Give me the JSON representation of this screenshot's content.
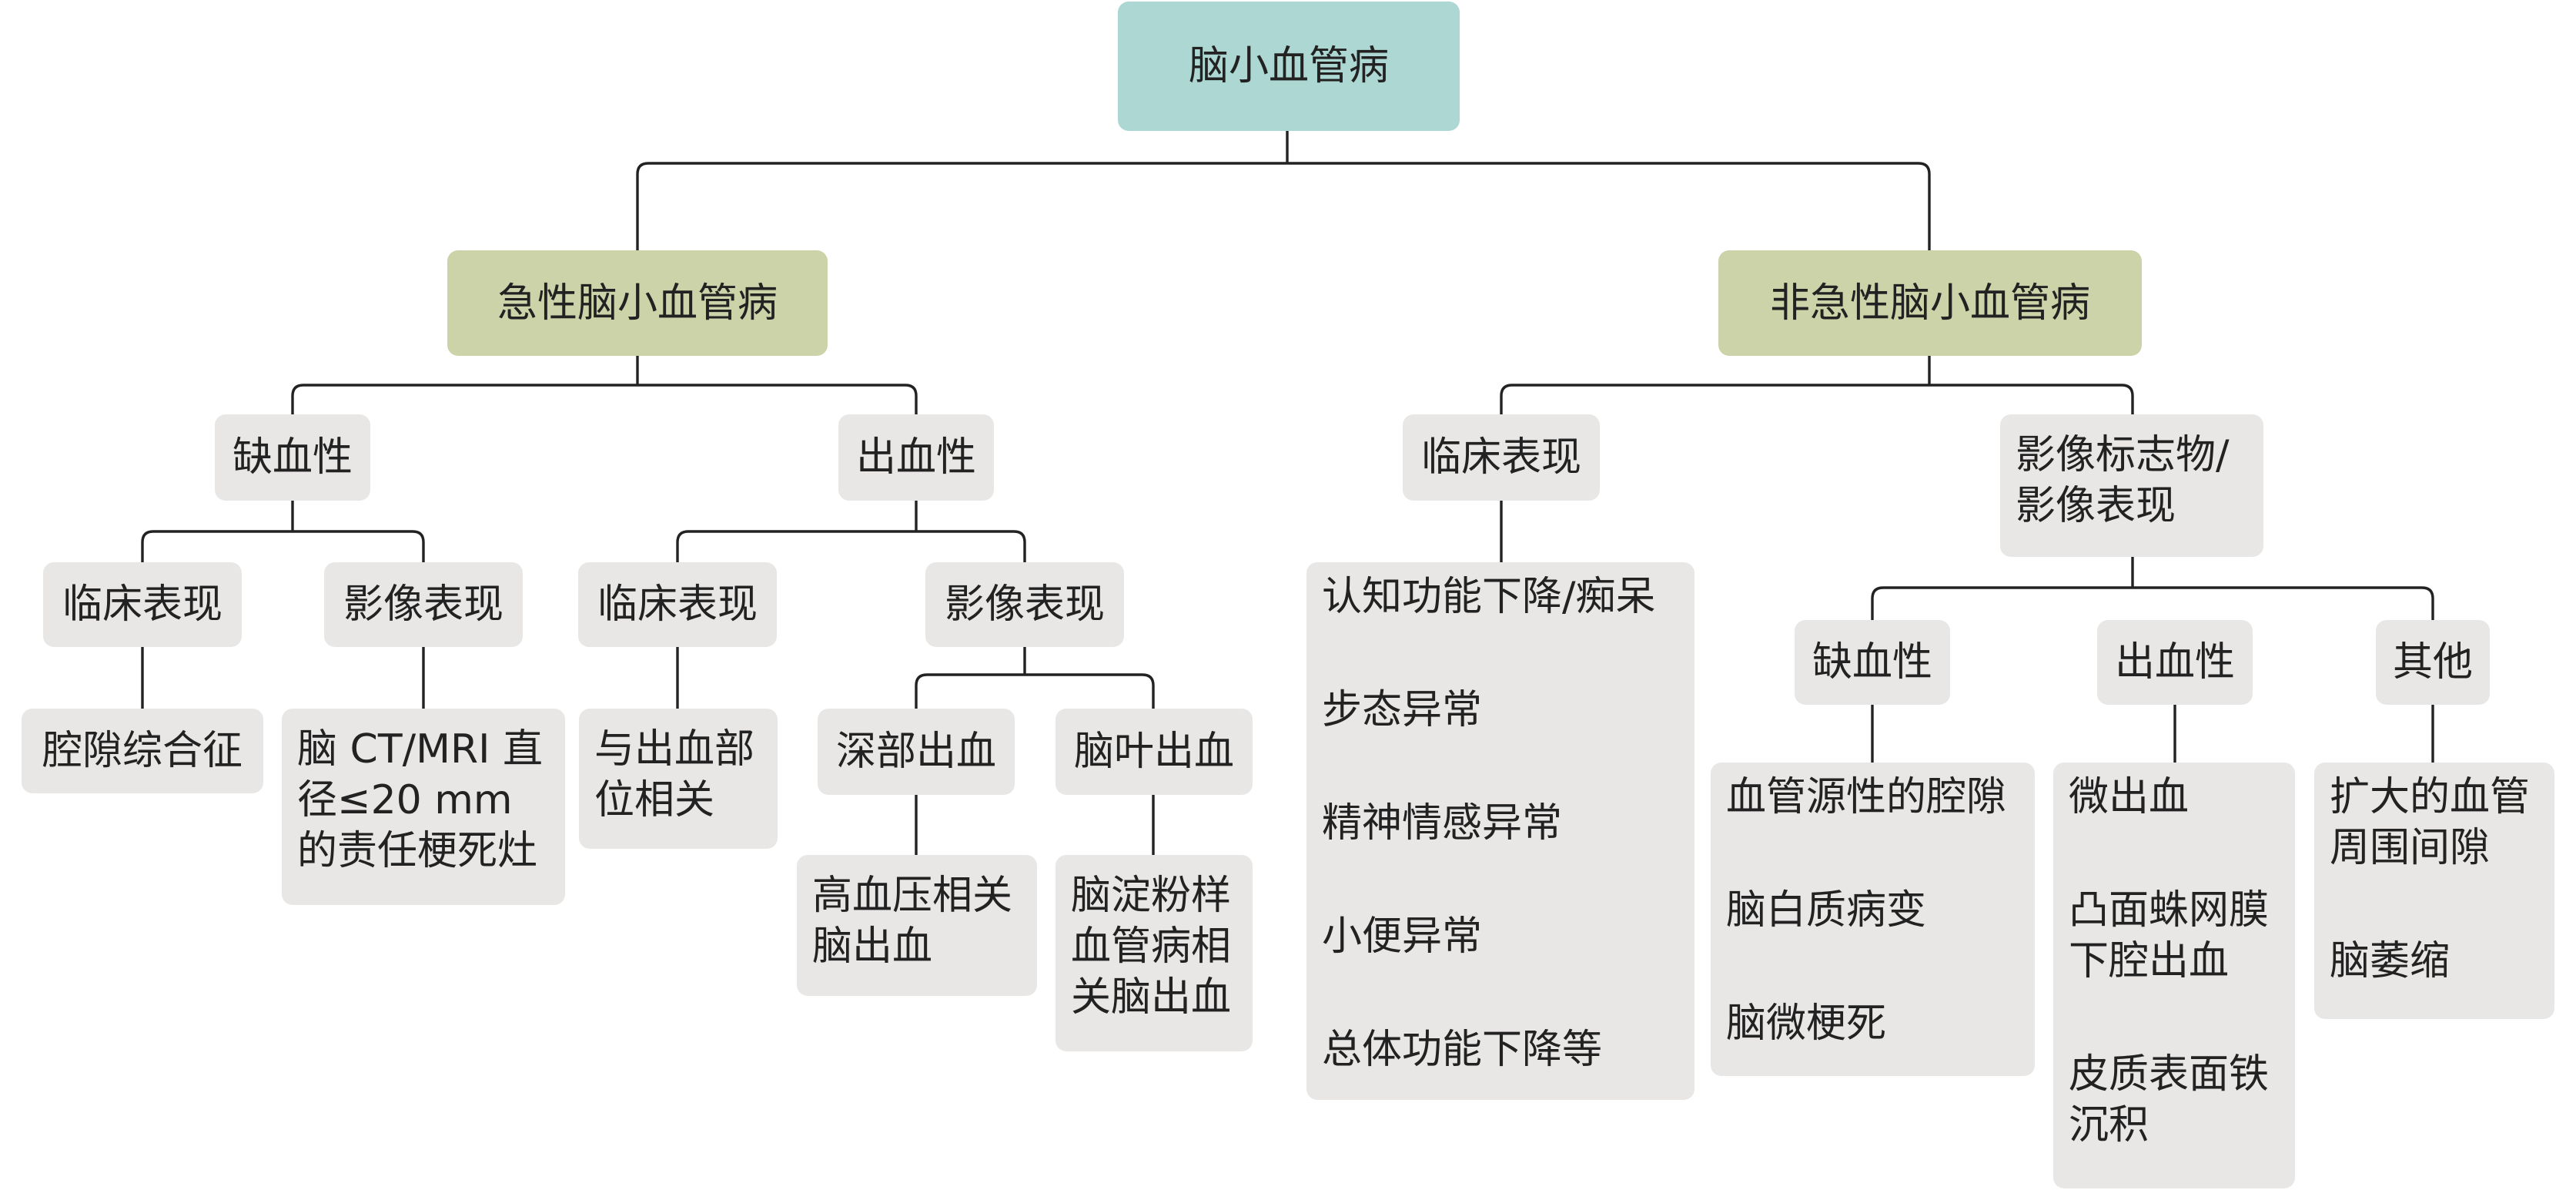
{
  "colors": {
    "root": "#acd7d2",
    "branch": "#cdd3a8",
    "leaf": "#e8e7e6",
    "line": "#222222",
    "text": "#222222"
  },
  "root": "脑小血管病",
  "acute": {
    "label": "急性脑小血管病",
    "ischemic": {
      "label": "缺血性",
      "clinical": {
        "label": "临床表现",
        "item": "腔隙综合征"
      },
      "imaging": {
        "label": "影像表现",
        "item": "脑 CT/MRI 直径≤20 mm 的责任梗死灶"
      }
    },
    "hemorrhagic": {
      "label": "出血性",
      "clinical": {
        "label": "临床表现",
        "item": "与出血部位相关"
      },
      "imaging": {
        "label": "影像表现",
        "deep": {
          "label": "深部出血",
          "item": "高血压相关脑出血"
        },
        "lobar": {
          "label": "脑叶出血",
          "item": "脑淀粉样血管病相关脑出血"
        }
      }
    }
  },
  "nonacute": {
    "label": "非急性脑小血管病",
    "clinical": {
      "label": "临床表现",
      "items": [
        "认知功能下降/痴呆",
        "步态异常",
        "精神情感异常",
        "小便异常",
        "总体功能下降等"
      ]
    },
    "imaging": {
      "label": "影像标志物/影像表现",
      "ischemic": {
        "label": "缺血性",
        "items": [
          "血管源性的腔隙",
          "脑白质病变",
          "脑微梗死"
        ]
      },
      "hemorrhagic": {
        "label": "出血性",
        "items": [
          "微出血",
          "凸面蛛网膜下腔出血",
          "皮质表面铁沉积"
        ]
      },
      "other": {
        "label": "其他",
        "items": [
          "扩大的血管周围间隙",
          "脑萎缩"
        ]
      }
    }
  }
}
